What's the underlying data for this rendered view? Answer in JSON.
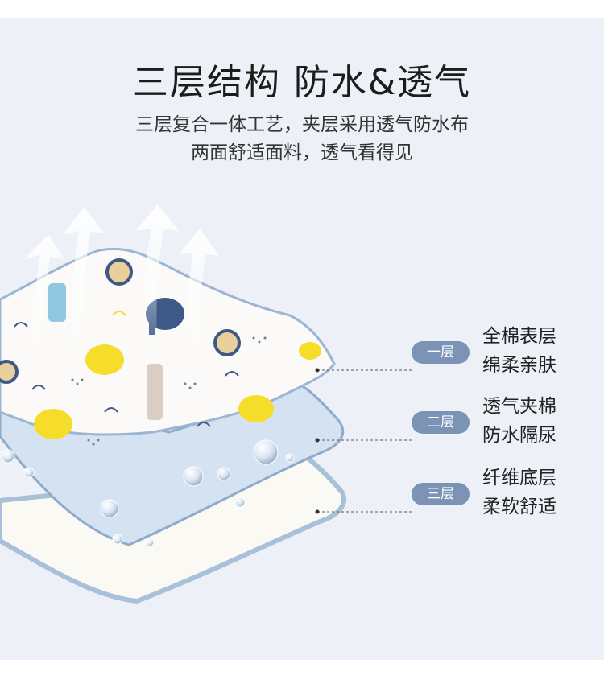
{
  "title": "三层结构 防水&透气",
  "subtitle": {
    "line1": "三层复合一体工艺，夹层采用透气防水布",
    "line2": "两面舒适面料，透气看得见"
  },
  "layers": [
    {
      "tag": "一层",
      "line1": "全棉表层",
      "line2": "绵柔亲肤"
    },
    {
      "tag": "二层",
      "line1": "透气夹棉",
      "line2": "防水隔尿"
    },
    {
      "tag": "三层",
      "line1": "纤维底层",
      "line2": "柔软舒适"
    }
  ],
  "colors": {
    "background": "#edf1f7",
    "tag": "#7b94b6",
    "layer_edge": "#9bb5d2",
    "middle_layer": "#d6e3f2",
    "top_layer": "#fbfaf8",
    "elephant": "#f5dd2a",
    "navy_animal": "#3d5a86"
  },
  "icons": [
    "breath-arrow-icon",
    "water-drop-icon",
    "lion-icon",
    "elephant-icon",
    "giraffe-icon",
    "leaf-icon"
  ]
}
